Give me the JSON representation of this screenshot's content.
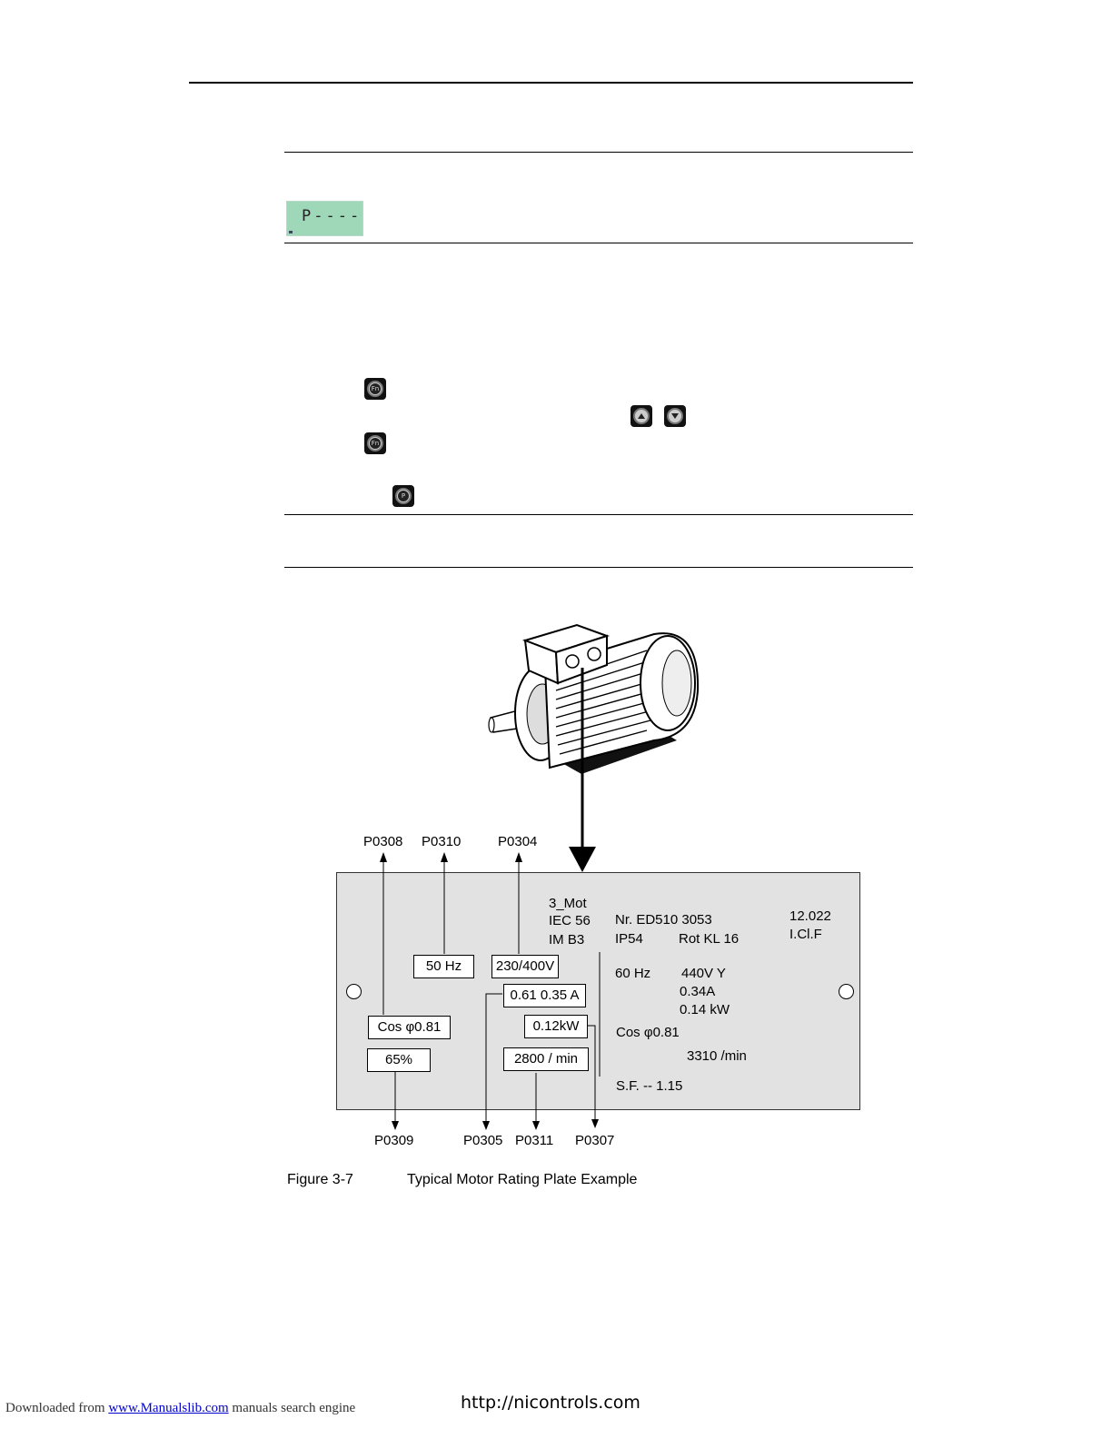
{
  "lcd": {
    "text": "P----"
  },
  "keys": {
    "fn_key_1": "Fn",
    "up_key": "up",
    "down_key": "down",
    "fn_key_2": "Fn",
    "p_key": "P"
  },
  "plate": {
    "model": "3_Mot",
    "iec": "IEC 56",
    "im": "IM B3",
    "nr": "Nr. ED510 3053",
    "ip": "IP54",
    "rot": "Rot KL 16",
    "code": "12.022",
    "icl": "I.Cl.F",
    "freq_50": "50 Hz",
    "voltage_50": "230/400V",
    "current_50": "0.61 0.35 A",
    "cos_50": "Cos φ0.81",
    "power_50": "0.12kW",
    "eff_50": "65%",
    "speed_50": "2800 / min",
    "freq_60": "60 Hz",
    "voltage_60": "440V Y",
    "current_60": "0.34A",
    "power_60": "0.14 kW",
    "cos_60": "Cos φ0.81",
    "speed_60": "3310 /min",
    "sf": "S.F. -- 1.15"
  },
  "params_top": [
    "P0308",
    "P0310",
    "P0304"
  ],
  "params_bottom": [
    "P0309",
    "P0305",
    "P0311",
    "P0307"
  ],
  "caption": {
    "number": "Figure 3-7",
    "title": "Typical Motor Rating Plate Example"
  },
  "footer": {
    "downloaded_from": "Downloaded from",
    "link": "www.Manualslib.com",
    "tagline": "manuals search engine",
    "url": "http://nicontrols.com"
  }
}
